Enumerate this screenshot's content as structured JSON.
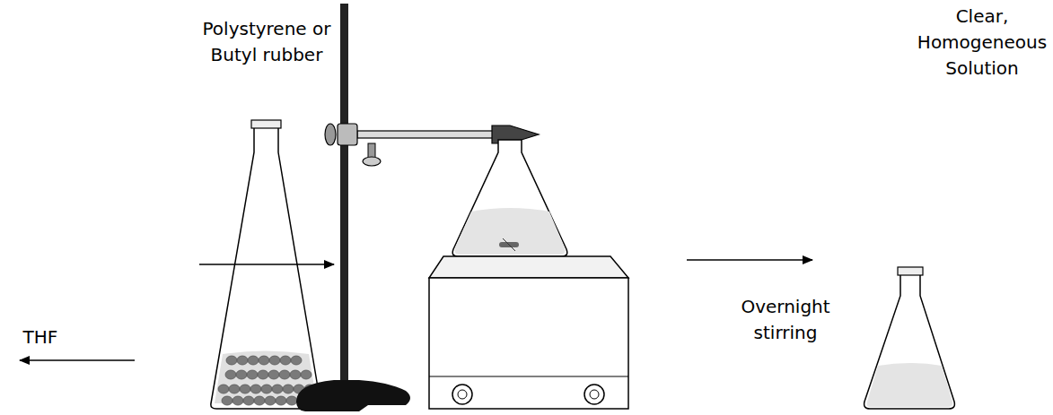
{
  "diagram": {
    "labels": [
      "Polystyrene or Butyl rubber",
      "THF",
      "Clear, Homogeneous Solution",
      "Overnight stirring"
    ]
  }
}
